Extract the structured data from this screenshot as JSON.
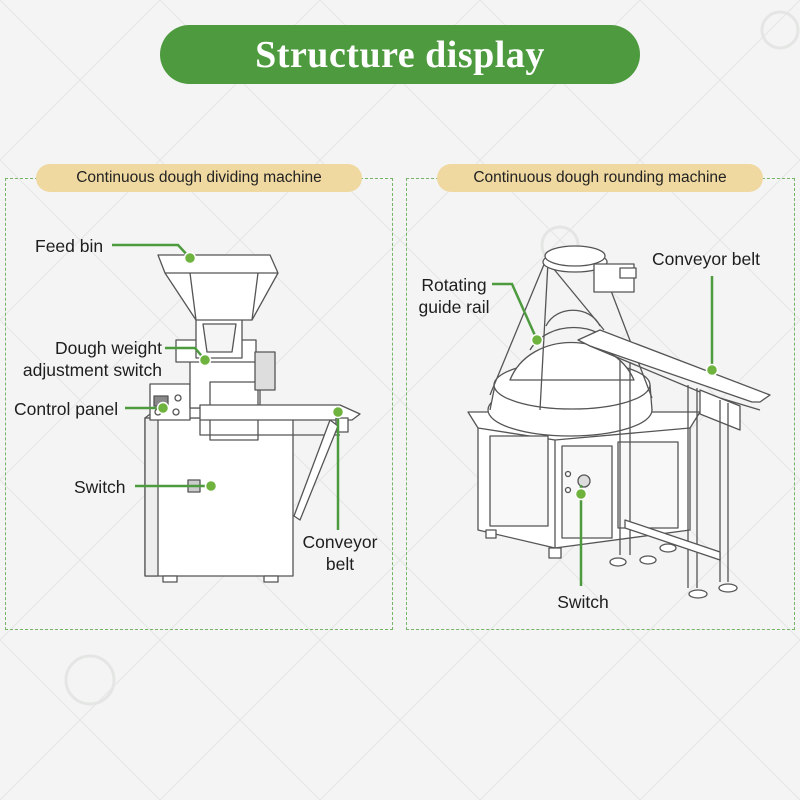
{
  "title": "Structure display",
  "colors": {
    "accent": "#4e9a3f",
    "caption_bg": "#f0d9a1",
    "border": "#76b468",
    "background": "#f3f4f3"
  },
  "watermark_icon": "gonbok-logo-icon",
  "left": {
    "caption": "Continuous dough dividing machine",
    "labels": {
      "feed_bin": "Feed bin",
      "dough_weight_1": "Dough weight",
      "dough_weight_2": "adjustment switch",
      "control_panel": "Control panel",
      "switch": "Switch",
      "conveyor_1": "Conveyor",
      "conveyor_2": "belt"
    }
  },
  "right": {
    "caption": "Continuous dough rounding machine",
    "labels": {
      "rotating_1": "Rotating",
      "rotating_2": "guide rail",
      "conveyor": "Conveyor belt",
      "switch": "Switch"
    }
  }
}
